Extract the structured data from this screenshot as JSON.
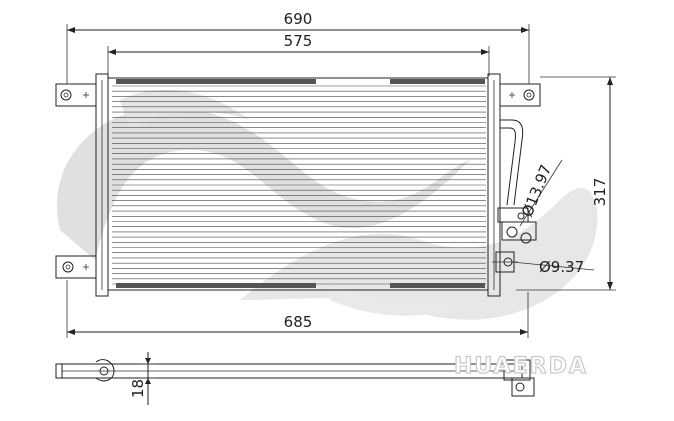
{
  "diagram": {
    "dimensions": {
      "overall_width": "690",
      "core_width": "575",
      "bottom_width": "685",
      "height": "317",
      "inlet_diameter": "Ø13.97",
      "outlet_diameter": "Ø9.37",
      "thickness": "18"
    },
    "watermark": "HUAERDA",
    "colors": {
      "line": "#222222",
      "watermark_swirl": "#d8d8d8",
      "background": "#ffffff"
    }
  }
}
